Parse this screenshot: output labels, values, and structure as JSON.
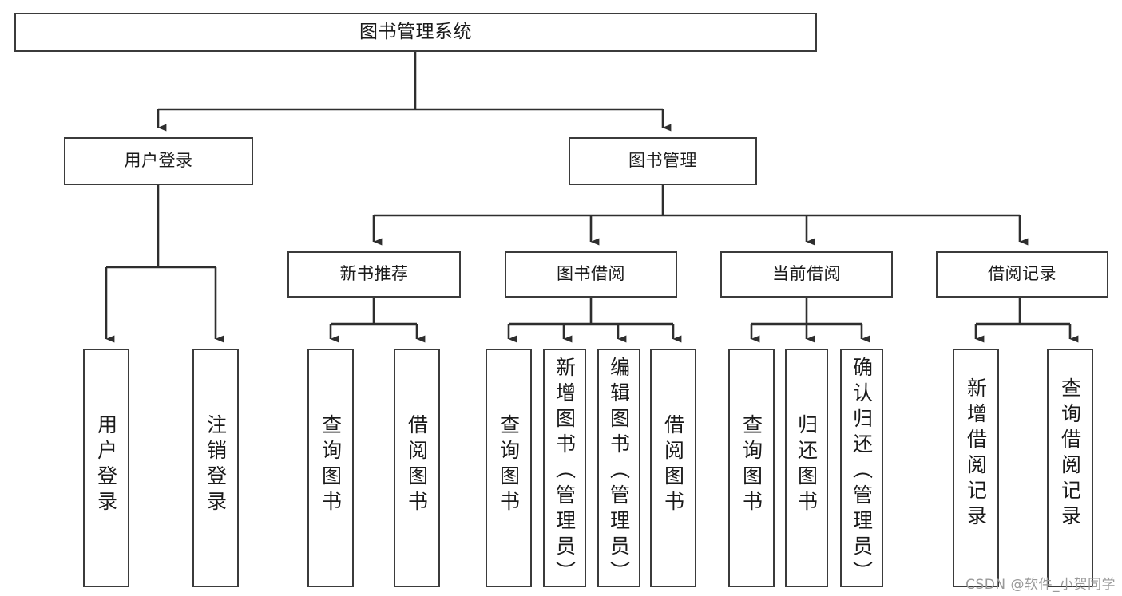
{
  "diagram": {
    "title": "图书管理系统",
    "type": "tree",
    "root": {
      "label": "图书管理系统"
    },
    "level1": [
      {
        "label": "用户登录"
      },
      {
        "label": "图书管理"
      }
    ],
    "level2": [
      {
        "label": "新书推荐"
      },
      {
        "label": "图书借阅"
      },
      {
        "label": "当前借阅"
      },
      {
        "label": "借阅记录"
      }
    ],
    "leaves": {
      "user_login": [
        {
          "label": "用户登录"
        },
        {
          "label": "注销登录"
        }
      ],
      "new_book_recommend": [
        {
          "label": "查询图书"
        },
        {
          "label": "借阅图书"
        }
      ],
      "book_borrow": [
        {
          "label": "查询图书"
        },
        {
          "label": "新增图书（管理员）"
        },
        {
          "label": "编辑图书（管理员）"
        },
        {
          "label": "借阅图书"
        }
      ],
      "current_borrow": [
        {
          "label": "查询图书"
        },
        {
          "label": "归还图书"
        },
        {
          "label": "确认归还（管理员）"
        }
      ],
      "borrow_record": [
        {
          "label": "新增借阅记录"
        },
        {
          "label": "查询借阅记录"
        }
      ]
    }
  },
  "watermark": {
    "text": "CSDN @软件_小贺同学"
  },
  "colors": {
    "border": "#3b3b3b",
    "text": "#1a1a1a",
    "background": "#ffffff",
    "watermark": "#9a9a9a"
  }
}
